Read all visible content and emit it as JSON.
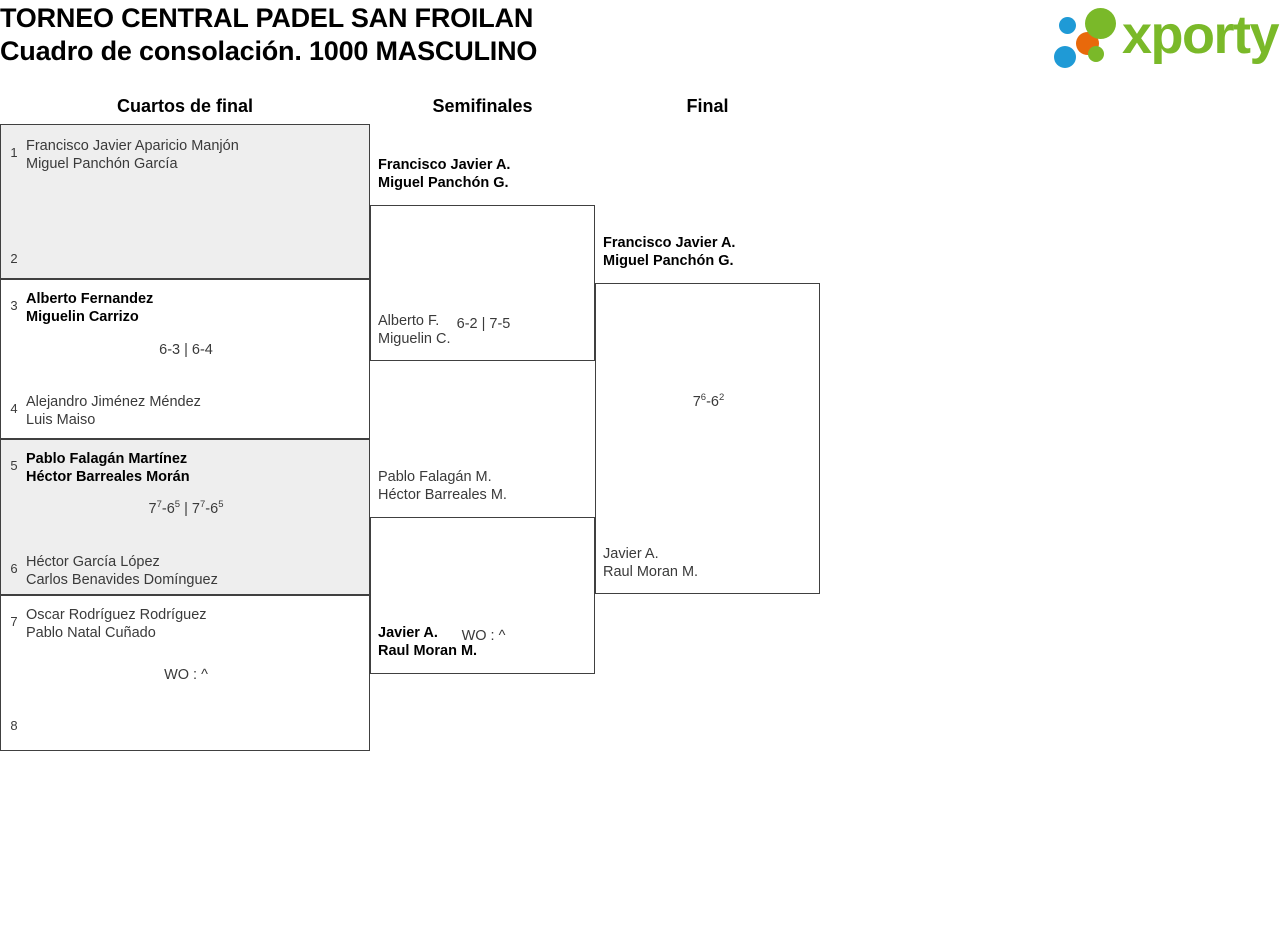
{
  "header": {
    "title_line1": "TORNEO CENTRAL PADEL SAN FROILAN",
    "title_line2": "Cuadro de consolación. 1000 MASCULINO",
    "logo": {
      "word": "xporty",
      "color_green": "#7ab929",
      "color_blue": "#1f9ad6",
      "color_orange": "#e8690b"
    }
  },
  "columns": {
    "quarterfinals_label": "Cuartos de final",
    "semifinals_label": "Semifinales",
    "final_label": "Final"
  },
  "bracket": {
    "quarterfinals": [
      {
        "seed_top": "1",
        "top_player1": "Francisco Javier Aparicio Manjón",
        "top_player2": "Miguel Panchón García",
        "seed_bottom": "2",
        "bottom_player1": "",
        "bottom_player2": "",
        "score": "",
        "score_sup1": "",
        "score_sup2": "",
        "score_sup3": "",
        "score_sup4": ""
      },
      {
        "seed_top": "3",
        "top_player1": "Alberto Fernandez",
        "top_player2": "Miguelin Carrizo",
        "seed_bottom": "4",
        "bottom_player1": "Alejandro Jiménez Méndez",
        "bottom_player2": "Luis Maiso",
        "score": "6-3 | 6-4"
      },
      {
        "seed_top": "5",
        "top_player1": "Pablo Falagán Martínez",
        "top_player2": "Héctor Barreales Morán",
        "seed_bottom": "6",
        "bottom_player1": "Héctor García López",
        "bottom_player2": "Carlos Benavides Domínguez",
        "score_part1": "7",
        "score_sup1": "7",
        "score_part2": "-6",
        "score_sup2": "5",
        "score_sep": " | ",
        "score_part3": "7",
        "score_sup3": "7",
        "score_part4": "-6",
        "score_sup4": "5"
      },
      {
        "seed_top": "7",
        "top_player1": "Oscar Rodríguez Rodríguez",
        "top_player2": "Pablo Natal Cuñado",
        "seed_bottom": "8",
        "bottom_player1": "",
        "bottom_player2": "",
        "score": "WO : ^"
      }
    ],
    "semifinals": [
      {
        "top_player1": "Francisco Javier A.",
        "top_player2": "Miguel Panchón G.",
        "bottom_player1": "Alberto F.",
        "bottom_player2": "Miguelin C.",
        "score": "6-2 | 7-5"
      },
      {
        "top_player1": "Pablo Falagán M.",
        "top_player2": "Héctor Barreales M.",
        "bottom_player1": "Javier A.",
        "bottom_player2": "Raul Moran M.",
        "score": "WO : ^"
      }
    ],
    "final": [
      {
        "top_player1": "Francisco Javier A.",
        "top_player2": "Miguel Panchón G.",
        "bottom_player1": "Javier A.",
        "bottom_player2": "Raul Moran M.",
        "score_part1": "7",
        "score_sup1": "6",
        "score_part2": "-6",
        "score_sup2": "2"
      }
    ]
  }
}
